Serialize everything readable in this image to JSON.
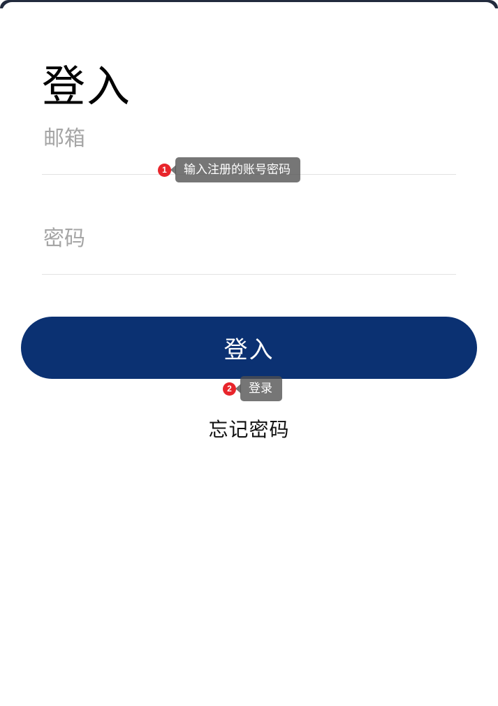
{
  "app": {
    "background_color": "#ffffff",
    "bezel_color": "#222b3d"
  },
  "header": {
    "title": "登入"
  },
  "form": {
    "email": {
      "label": "邮箱",
      "placeholder": "邮箱",
      "value": ""
    },
    "password": {
      "label": "密码",
      "placeholder": "密码",
      "value": ""
    },
    "submit_label": "登入",
    "submit_color": "#0b3172",
    "forgot_password_label": "忘记密码"
  },
  "annotations": [
    {
      "number": "1",
      "text": "输入注册的账号密码",
      "badge_color": "#e8252b"
    },
    {
      "number": "2",
      "text": "登录",
      "badge_color": "#e8252b"
    }
  ]
}
